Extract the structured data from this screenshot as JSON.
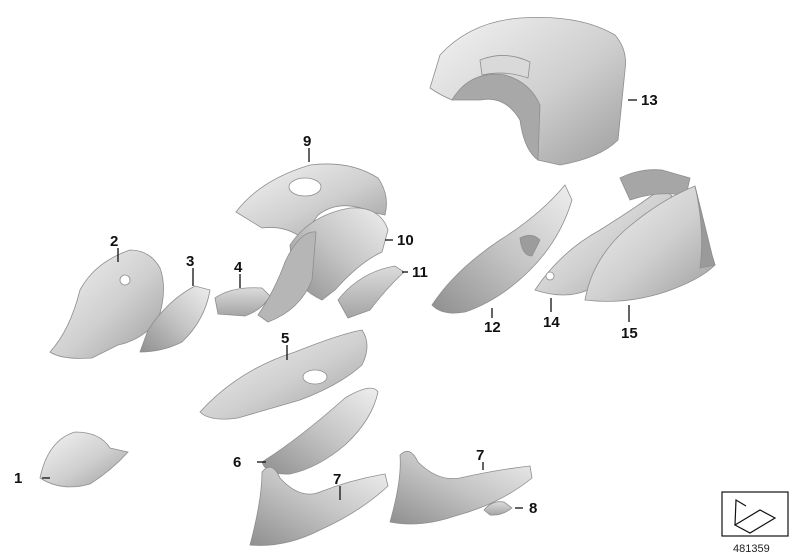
{
  "callouts": [
    "1",
    "2",
    "3",
    "4",
    "5",
    "6",
    "7",
    "7",
    "8",
    "9",
    "10",
    "11",
    "12",
    "13",
    "14",
    "15"
  ],
  "reference_number": "481359",
  "colors": {
    "part_fill": "#c9c9c9",
    "part_shadow": "#9c9c9c",
    "part_highlight": "#f2f2f2",
    "leader": "#111111"
  }
}
